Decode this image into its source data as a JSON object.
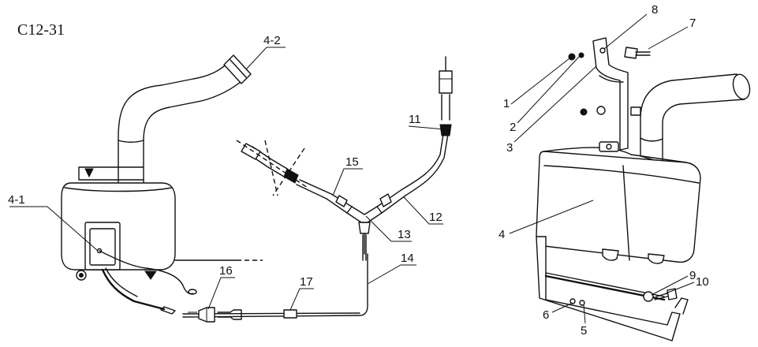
{
  "diagram": {
    "code": "C12-31",
    "callouts": {
      "c1": "1",
      "c2": "2",
      "c3": "3",
      "c4": "4",
      "c4_1": "4-1",
      "c4_2": "4-2",
      "c5": "5",
      "c6": "6",
      "c7": "7",
      "c8": "8",
      "c9": "9",
      "c10": "10",
      "c11": "11",
      "c12": "12",
      "c13": "13",
      "c14": "14",
      "c15": "15",
      "c16": "16",
      "c17": "17"
    }
  }
}
